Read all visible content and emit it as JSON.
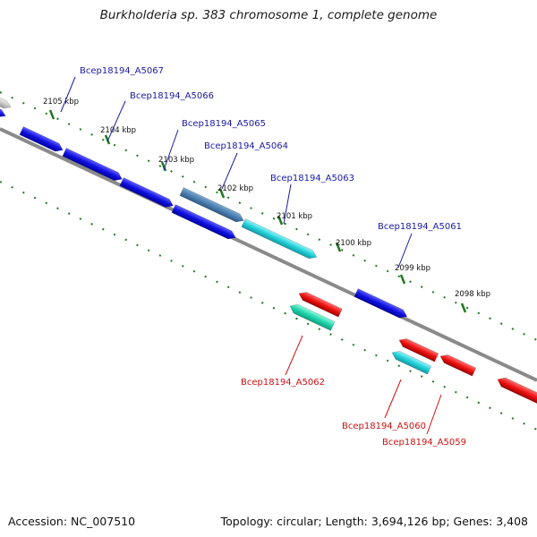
{
  "title": "Burkholderia sp. 383 chromosome 1, complete genome",
  "footer": {
    "accession": "Accession: NC_007510",
    "topology": "Topology: circular; Length: 3,694,126 bp; Genes: 3,408"
  },
  "colors": {
    "backbone": "#8a8a8a",
    "tick": "#1f7a1f",
    "forward_label": "#1a1aa6",
    "reverse_label": "#cc1111",
    "blue": "#1010e0",
    "steelblue": "#4a7fb0",
    "cyan": "#22d0d8",
    "red": "#ee1111",
    "teal": "#20d6ae",
    "grey": "#c8c8c8"
  },
  "ticks": [
    "2105 kbp",
    "2104 kbp",
    "2103 kbp",
    "2102 kbp",
    "2101 kbp",
    "2100 kbp",
    "2099 kbp",
    "2098 kbp"
  ],
  "genes": [
    {
      "name": "",
      "strand": "forward",
      "color": "grey"
    },
    {
      "name": "",
      "strand": "forward",
      "color": "blue"
    },
    {
      "name": "Bcep18194_A5067",
      "strand": "forward",
      "color": "blue"
    },
    {
      "name": "Bcep18194_A5066",
      "strand": "forward",
      "color": "blue"
    },
    {
      "name": "Bcep18194_A5065",
      "strand": "forward",
      "color": "blue"
    },
    {
      "name": "Bcep18194_A5064",
      "strand": "forward",
      "color": "steelblue"
    },
    {
      "name": "",
      "strand": "forward",
      "color": "blue"
    },
    {
      "name": "Bcep18194_A5063",
      "strand": "forward",
      "color": "cyan"
    },
    {
      "name": "Bcep18194_A5061",
      "strand": "forward",
      "color": "blue"
    },
    {
      "name": "Bcep18194_A5062",
      "strand": "reverse",
      "color": "teal"
    },
    {
      "name": "",
      "strand": "reverse",
      "color": "red"
    },
    {
      "name": "",
      "strand": "reverse",
      "color": "red"
    },
    {
      "name": "Bcep18194_A5060",
      "strand": "reverse",
      "color": "cyan"
    },
    {
      "name": "Bcep18194_A5059",
      "strand": "reverse",
      "color": "red"
    },
    {
      "name": "",
      "strand": "reverse",
      "color": "red"
    }
  ]
}
